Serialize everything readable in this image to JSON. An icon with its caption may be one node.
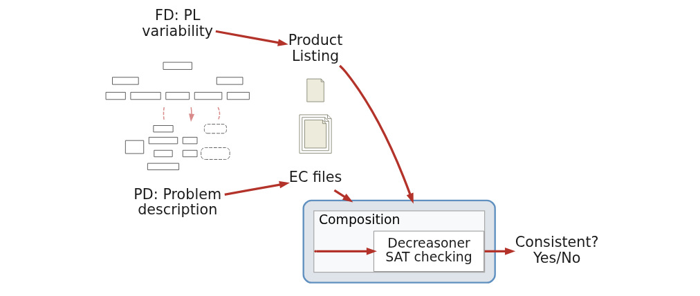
{
  "diagram": {
    "nodes": [
      {
        "text": [
          "FD: PL variability"
        ]
      },
      {
        "text": [],
        "shape": "picture"
      },
      {
        "text": [
          "Product Listing"
        ]
      },
      {
        "text": [],
        "shape": "document"
      },
      {
        "text": [],
        "shape": "gear"
      },
      {
        "text": [
          "Composition"
        ],
        "in": 4
      },
      {
        "text": [
          "Decreasoner SAT checking"
        ],
        "in": 5
      },
      {
        "text": [
          "Consistent? Yes/No"
        ]
      },
      {
        "text": [],
        "shape": "picture"
      },
      {
        "text": [
          "PD: Problem description"
        ]
      },
      {
        "text": [],
        "shape": "documents"
      },
      {
        "text": [
          "EC files"
        ]
      }
    ],
    "edges": [
      {
        "from": 0,
        "to": 2,
        "arrow": "to"
      },
      {
        "from": 2,
        "to": 4,
        "arrow": "to"
      },
      {
        "from": 1,
        "to": 8,
        "arrow": "none",
        "style": "dashed",
        "color": "#d98a8a"
      },
      {
        "from": 1,
        "to": 8,
        "arrow": "to",
        "color": "#d98a8a"
      },
      {
        "from": 1,
        "to": 8,
        "arrow": "none",
        "style": "dashed",
        "color": "#d98a8a"
      },
      {
        "from": 5,
        "to": 6,
        "arrow": "to"
      },
      {
        "from": 5,
        "to": 7,
        "arrow": "to"
      },
      {
        "from": 9,
        "to": 11,
        "arrow": "to"
      },
      {
        "from": 11,
        "to": 4,
        "arrow": "to"
      }
    ]
  }
}
